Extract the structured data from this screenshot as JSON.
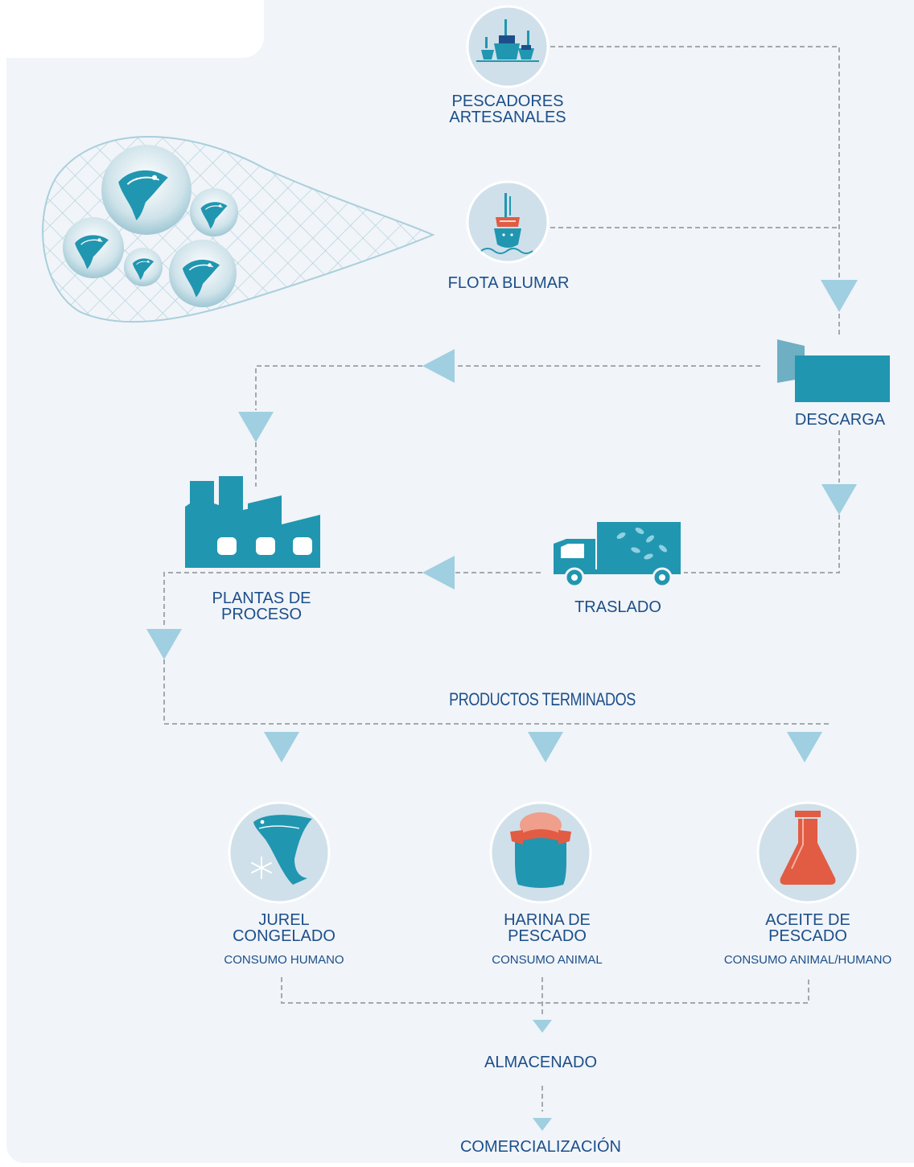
{
  "colors": {
    "primary": "#2196b0",
    "connector": "#a3a9ae",
    "arrow": "#9fcfe0",
    "label": "#1c4f8a",
    "icon_circle": "#cfe0ea",
    "accent": "#e15c43",
    "background": "#f1f4f8"
  },
  "sources": {
    "artisanal": {
      "line1": "PESCADORES",
      "line2": "ARTESANALES",
      "icon": "fishing-boats-icon"
    },
    "fleet": {
      "label": "FLOTA BLUMAR",
      "icon": "fleet-ship-icon"
    }
  },
  "steps": {
    "unloading": {
      "label": "DESCARGA",
      "icon": "unloading-icon"
    },
    "transport": {
      "label": "TRASLADO",
      "icon": "truck-icon"
    },
    "plants": {
      "line1": "PLANTAS DE",
      "line2": "PROCESO",
      "icon": "factory-icon"
    }
  },
  "finished_products": {
    "heading": "PRODUCTOS TERMINADOS",
    "items": [
      {
        "line1": "JUREL",
        "line2": "CONGELADO",
        "sub": "CONSUMO HUMANO",
        "icon": "frozen-fish-icon"
      },
      {
        "line1": "HARINA DE",
        "line2": "PESCADO",
        "sub": "CONSUMO ANIMAL",
        "icon": "flour-sack-icon"
      },
      {
        "line1": "ACEITE DE",
        "line2": "PESCADO",
        "sub": "CONSUMO ANIMAL/HUMANO",
        "icon": "flask-icon"
      }
    ]
  },
  "final_steps": {
    "storage": "ALMACENADO",
    "commercialization": "COMERCIALIZACIÓN"
  }
}
